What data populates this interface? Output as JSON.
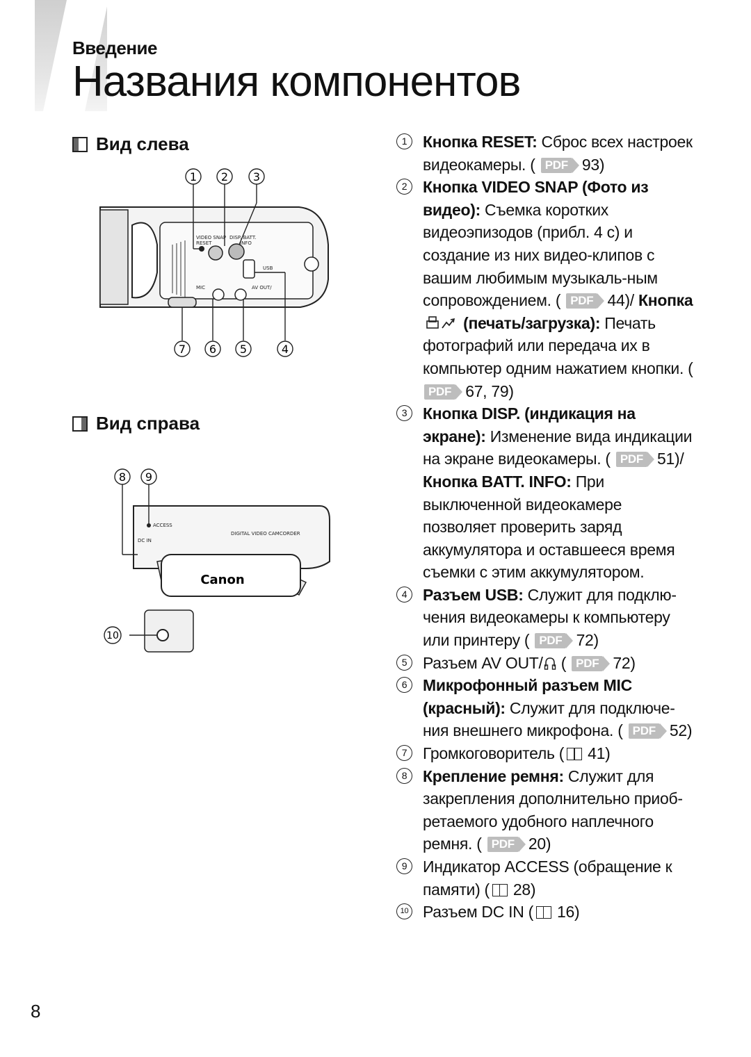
{
  "header": {
    "section": "Введение",
    "title": "Названия компонентов"
  },
  "left_view": {
    "heading": "Вид слева",
    "callouts": [
      "1",
      "2",
      "3",
      "7",
      "6",
      "5",
      "4"
    ],
    "labels": [
      "VIDEO SNAP",
      "RESET",
      "DISP./BATT.",
      "INFO",
      "USB",
      "MIC",
      "AV OUT/"
    ]
  },
  "right_view": {
    "heading": "Вид справа",
    "callouts": [
      "8",
      "9",
      "10"
    ],
    "labels": [
      "ACCESS",
      "DIGITAL VIDEO CAMCORDER",
      "Canon",
      "DC IN"
    ]
  },
  "refs": {
    "pdf": "PDF"
  },
  "items": [
    {
      "num": "1",
      "bold": "Кнопка RESET:",
      "text": " Сброс всех настроек видеокамеры. (",
      "ref": "93)"
    },
    {
      "num": "2",
      "bold": "Кнопка VIDEO SNAP (Фото из видео):",
      "text": " Съемка коротких видеоэпизодов (прибл. 4 с) и создание из них видео-клипов с вашим любимым музыкаль-ным сопровождением. (",
      "ref": "44)/",
      "bold2a": "Кнопка",
      "bold2b": "(печать/загрузка):",
      "text2": " Печать фотографий или передача их в компьютер одним нажатием кнопки. (",
      "ref2": "67, 79)"
    },
    {
      "num": "3",
      "bold": "Кнопка DISP. (индикация на экране):",
      "text": " Изменение вида индикации на экране видеокамеры. (",
      "ref": "51)/",
      "bold2": "Кнопка BATT. INFO:",
      "text2": " При выключенной видеокамере позволяет проверить заряд аккумулятора и оставшееся время съемки с этим аккумулятором."
    },
    {
      "num": "4",
      "bold": "Разъем USB:",
      "text": " Служит для подклю-чения видеокамеры к компьютеру или принтеру (",
      "ref": "72)"
    },
    {
      "num": "5",
      "text": "Разъем AV OUT/",
      "text_after": " (",
      "ref": "72)"
    },
    {
      "num": "6",
      "bold": "Микрофонный разъем MIC (красный):",
      "text": " Служит для подключе-ния внешнего микрофона. (",
      "ref": "52)"
    },
    {
      "num": "7",
      "text": "Громкоговоритель (",
      "ref": "41)"
    },
    {
      "num": "8",
      "bold": "Крепление ремня:",
      "text": " Служит для закрепления дополнительно приоб-ретаемого удобного наплечного ремня. (",
      "ref": "20)"
    },
    {
      "num": "9",
      "text": "Индикатор ACCESS (обращение к памяти) (",
      "ref": "28)"
    },
    {
      "num": "10",
      "text": "Разъем DC IN (",
      "ref": "16)"
    }
  ],
  "page_number": "8"
}
